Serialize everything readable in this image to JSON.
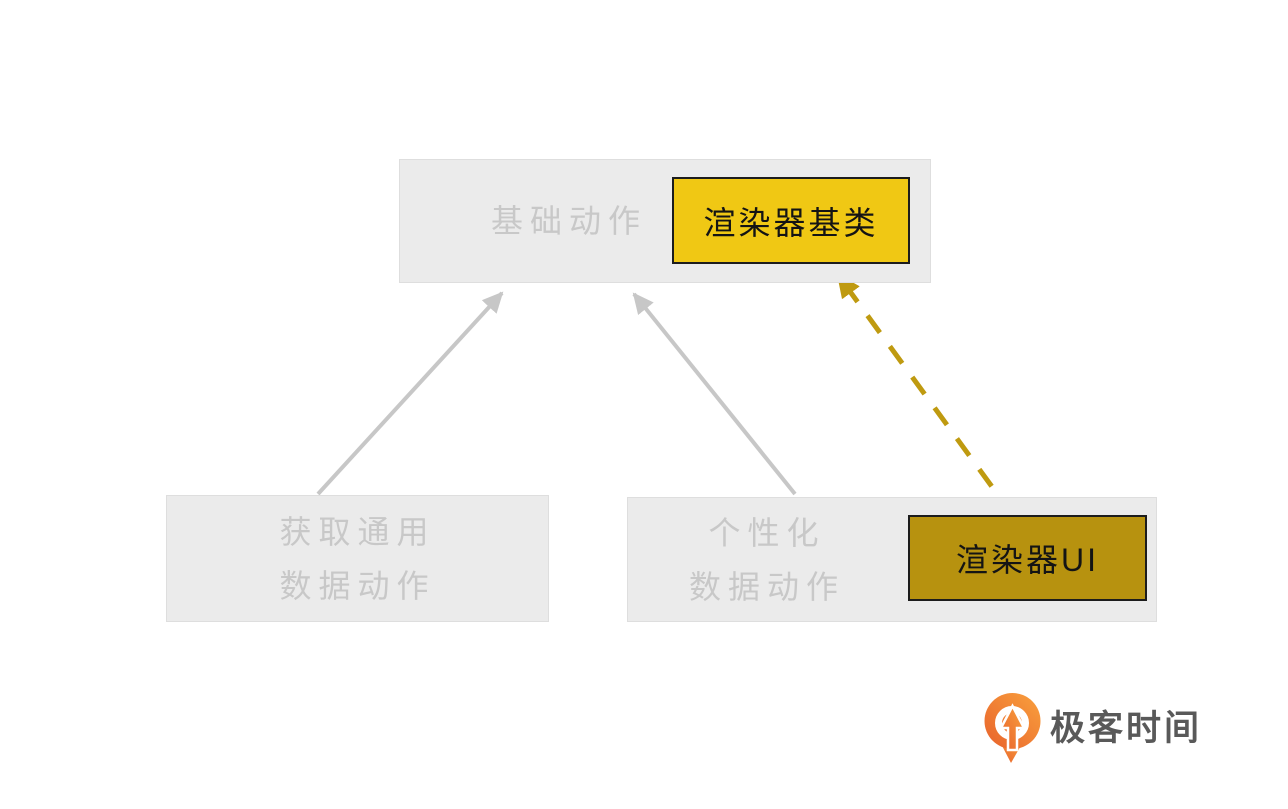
{
  "diagram": {
    "nodes": [
      {
        "id": "base-action",
        "label": "基础动作",
        "kind": "group-box",
        "fill": "#ebebeb",
        "text_color": "#c8c8c8"
      },
      {
        "id": "renderer-base-class",
        "label": "渲染器基类",
        "kind": "highlight-box",
        "fill": "#f0c814",
        "text_color": "#141414"
      },
      {
        "id": "generic-data-action",
        "label_line1": "获取通用",
        "label_line2": "数据动作",
        "kind": "group-box",
        "fill": "#ebebeb",
        "text_color": "#c8c8c8"
      },
      {
        "id": "personalized-data-action",
        "label_line1": "个性化",
        "label_line2": "数据动作",
        "kind": "group-box",
        "fill": "#ebebeb",
        "text_color": "#c8c8c8"
      },
      {
        "id": "renderer-ui",
        "label": "渲染器UI",
        "kind": "highlight-box",
        "fill": "#b7920f",
        "text_color": "#141414"
      }
    ],
    "edges": [
      {
        "from": "generic-data-action",
        "to": "base-action",
        "style": "solid",
        "color": "#c7c7c7"
      },
      {
        "from": "personalized-data-action",
        "to": "base-action",
        "style": "solid",
        "color": "#c7c7c7"
      },
      {
        "from": "renderer-ui",
        "to": "renderer-base-class",
        "style": "dashed",
        "color": "#bf9a10"
      }
    ]
  },
  "logo": {
    "text": "极客时间",
    "icon": "geektime-icon",
    "icon_color": "#f47b20",
    "text_color": "#595959"
  }
}
